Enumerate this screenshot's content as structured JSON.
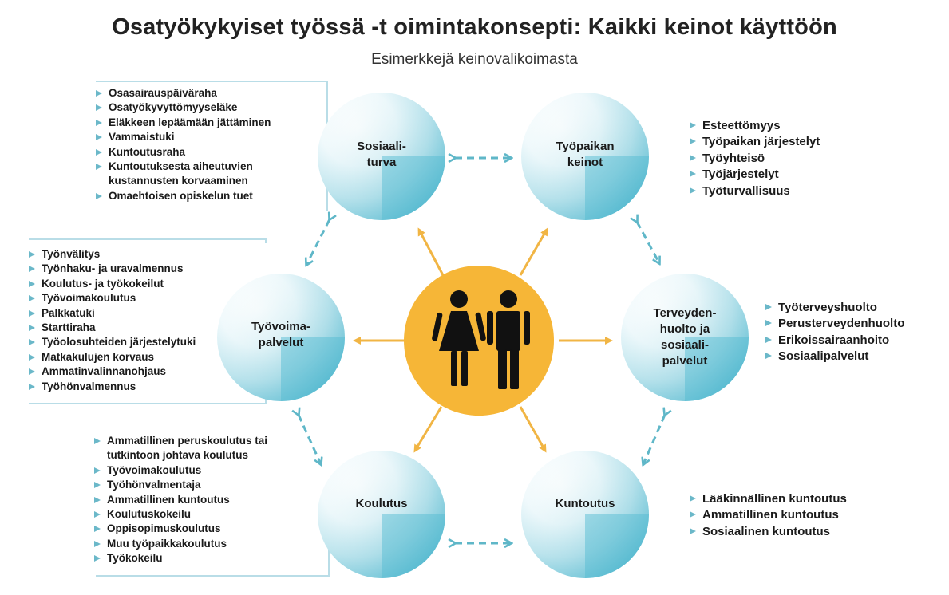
{
  "title": "Osatyökykyiset työssä -t oimintakonsepti: Kaikki keinot käyttöön",
  "subtitle": "Esimerkkejä keinovalikoimasta",
  "colors": {
    "center_circle": "#f6b637",
    "arrows": "#f1b544",
    "dashed_links": "#5fb7c8",
    "bubble": "#6ec5d8",
    "bracket": "#b9dde7"
  },
  "center": {
    "icon": "man-and-woman-icon"
  },
  "nodes": {
    "sosiaaliturva": {
      "label": "Sosiaali-\nturva",
      "items": [
        "Osasairauspäiväraha",
        "Osatyökyvyttömyyseläke",
        "Eläkkeen lepäämään jättäminen",
        "Vammaistuki",
        "Kuntoutusraha",
        "Kuntoutuksesta aiheutuvien\nkustannusten korvaaminen",
        "Omaehtoisen opiskelun tuet"
      ]
    },
    "tyopaikan_keinot": {
      "label": "Työpaikan\nkeinot",
      "items": [
        "Esteettömyys",
        "Työpaikan järjestelyt",
        "Työyhteisö",
        "Työjärjestelyt",
        "Työturvallisuus"
      ]
    },
    "tyovoimapalvelut": {
      "label": "Työvoima-\npalvelut",
      "items": [
        "Työnvälitys",
        "Työnhaku- ja uravalmennus",
        "Koulutus- ja työkokeilut",
        "Työvoimakoulutus",
        "Palkkatuki",
        "Starttiraha",
        "Työolosuhteiden järjestelytuki",
        "Matkakulujen korvaus",
        "Ammatinvalinnanohjaus",
        "Työhönvalmennus"
      ]
    },
    "terveydenhuolto": {
      "label": "Terveyden-\nhuolto ja\nsosiaali-\npalvelut",
      "items": [
        "Työterveyshuolto",
        "Perusterveydenhuolto",
        "Erikoissairaanhoito",
        "Sosiaalipalvelut"
      ]
    },
    "koulutus": {
      "label": "Koulutus",
      "items": [
        "Ammatillinen peruskoulutus tai\ntutkintoon johtava koulutus",
        "Työvoimakoulutus",
        "Työhönvalmentaja",
        "Ammatillinen kuntoutus",
        "Koulutuskokeilu",
        "Oppisopimuskoulutus",
        "Muu työpaikkakoulutus",
        "Työkokeilu"
      ]
    },
    "kuntoutus": {
      "label": "Kuntoutus",
      "items": [
        "Lääkinnällinen kuntoutus",
        "Ammatillinen kuntoutus",
        "Sosiaalinen kuntoutus"
      ]
    }
  }
}
